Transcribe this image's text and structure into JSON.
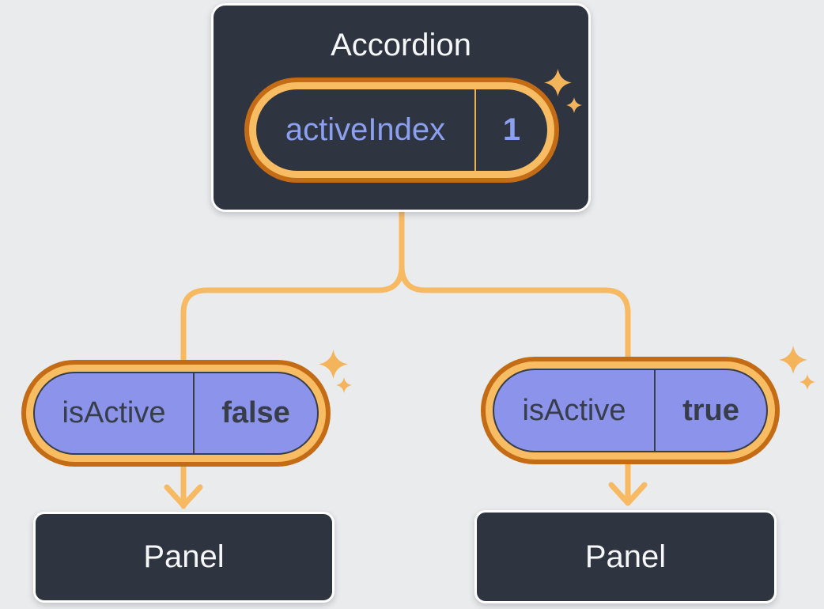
{
  "colors": {
    "background": "#e9ebed",
    "card_bg": "#2f3540",
    "card_border": "#ffffff",
    "accent_orange_light": "#f8bc63",
    "accent_orange_dark": "#c36c15",
    "connector": "#f7ba63",
    "sparkle": "#f3b45c",
    "pill_purple": "#8b93ea",
    "pill_divider": "#e9b159",
    "text_light": "#f5f7f9",
    "text_purple": "#8ca0f2",
    "text_dark": "#373d49"
  },
  "root_card": {
    "title": "Accordion",
    "state": {
      "label": "activeIndex",
      "value": "1"
    }
  },
  "children": [
    {
      "prop": {
        "label": "isActive",
        "value": "false"
      },
      "panel_title": "Panel"
    },
    {
      "prop": {
        "label": "isActive",
        "value": "true"
      },
      "panel_title": "Panel"
    }
  ]
}
